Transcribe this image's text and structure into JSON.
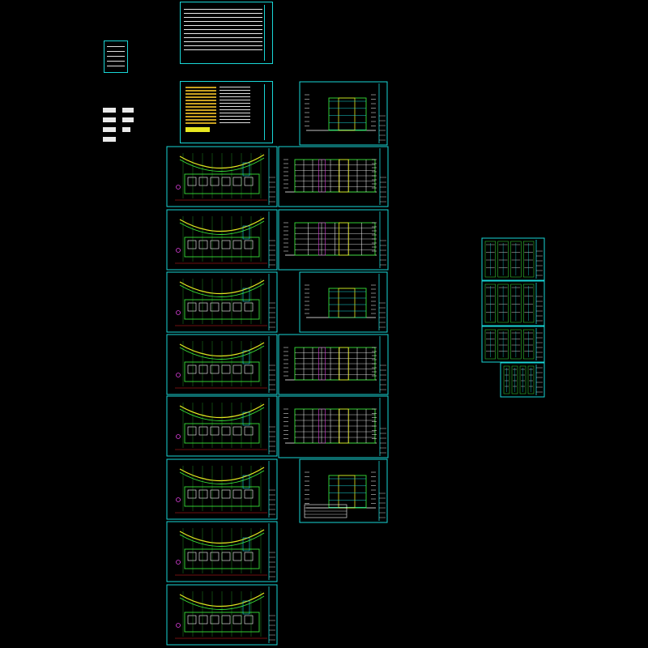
{
  "drawing_set": {
    "notes_sheets": 2,
    "floor_plan_sheets": 8,
    "elevation_sheets": 7,
    "detail_sheets": 4
  },
  "colors": {
    "background": "#000000",
    "frame": "#19d6d6",
    "wall": "#38e038",
    "axis": "#e8e820",
    "annotation": "#ffffff",
    "accent": "#e040e0",
    "dimension": "#e02020"
  },
  "legend": {
    "rows": 4
  }
}
